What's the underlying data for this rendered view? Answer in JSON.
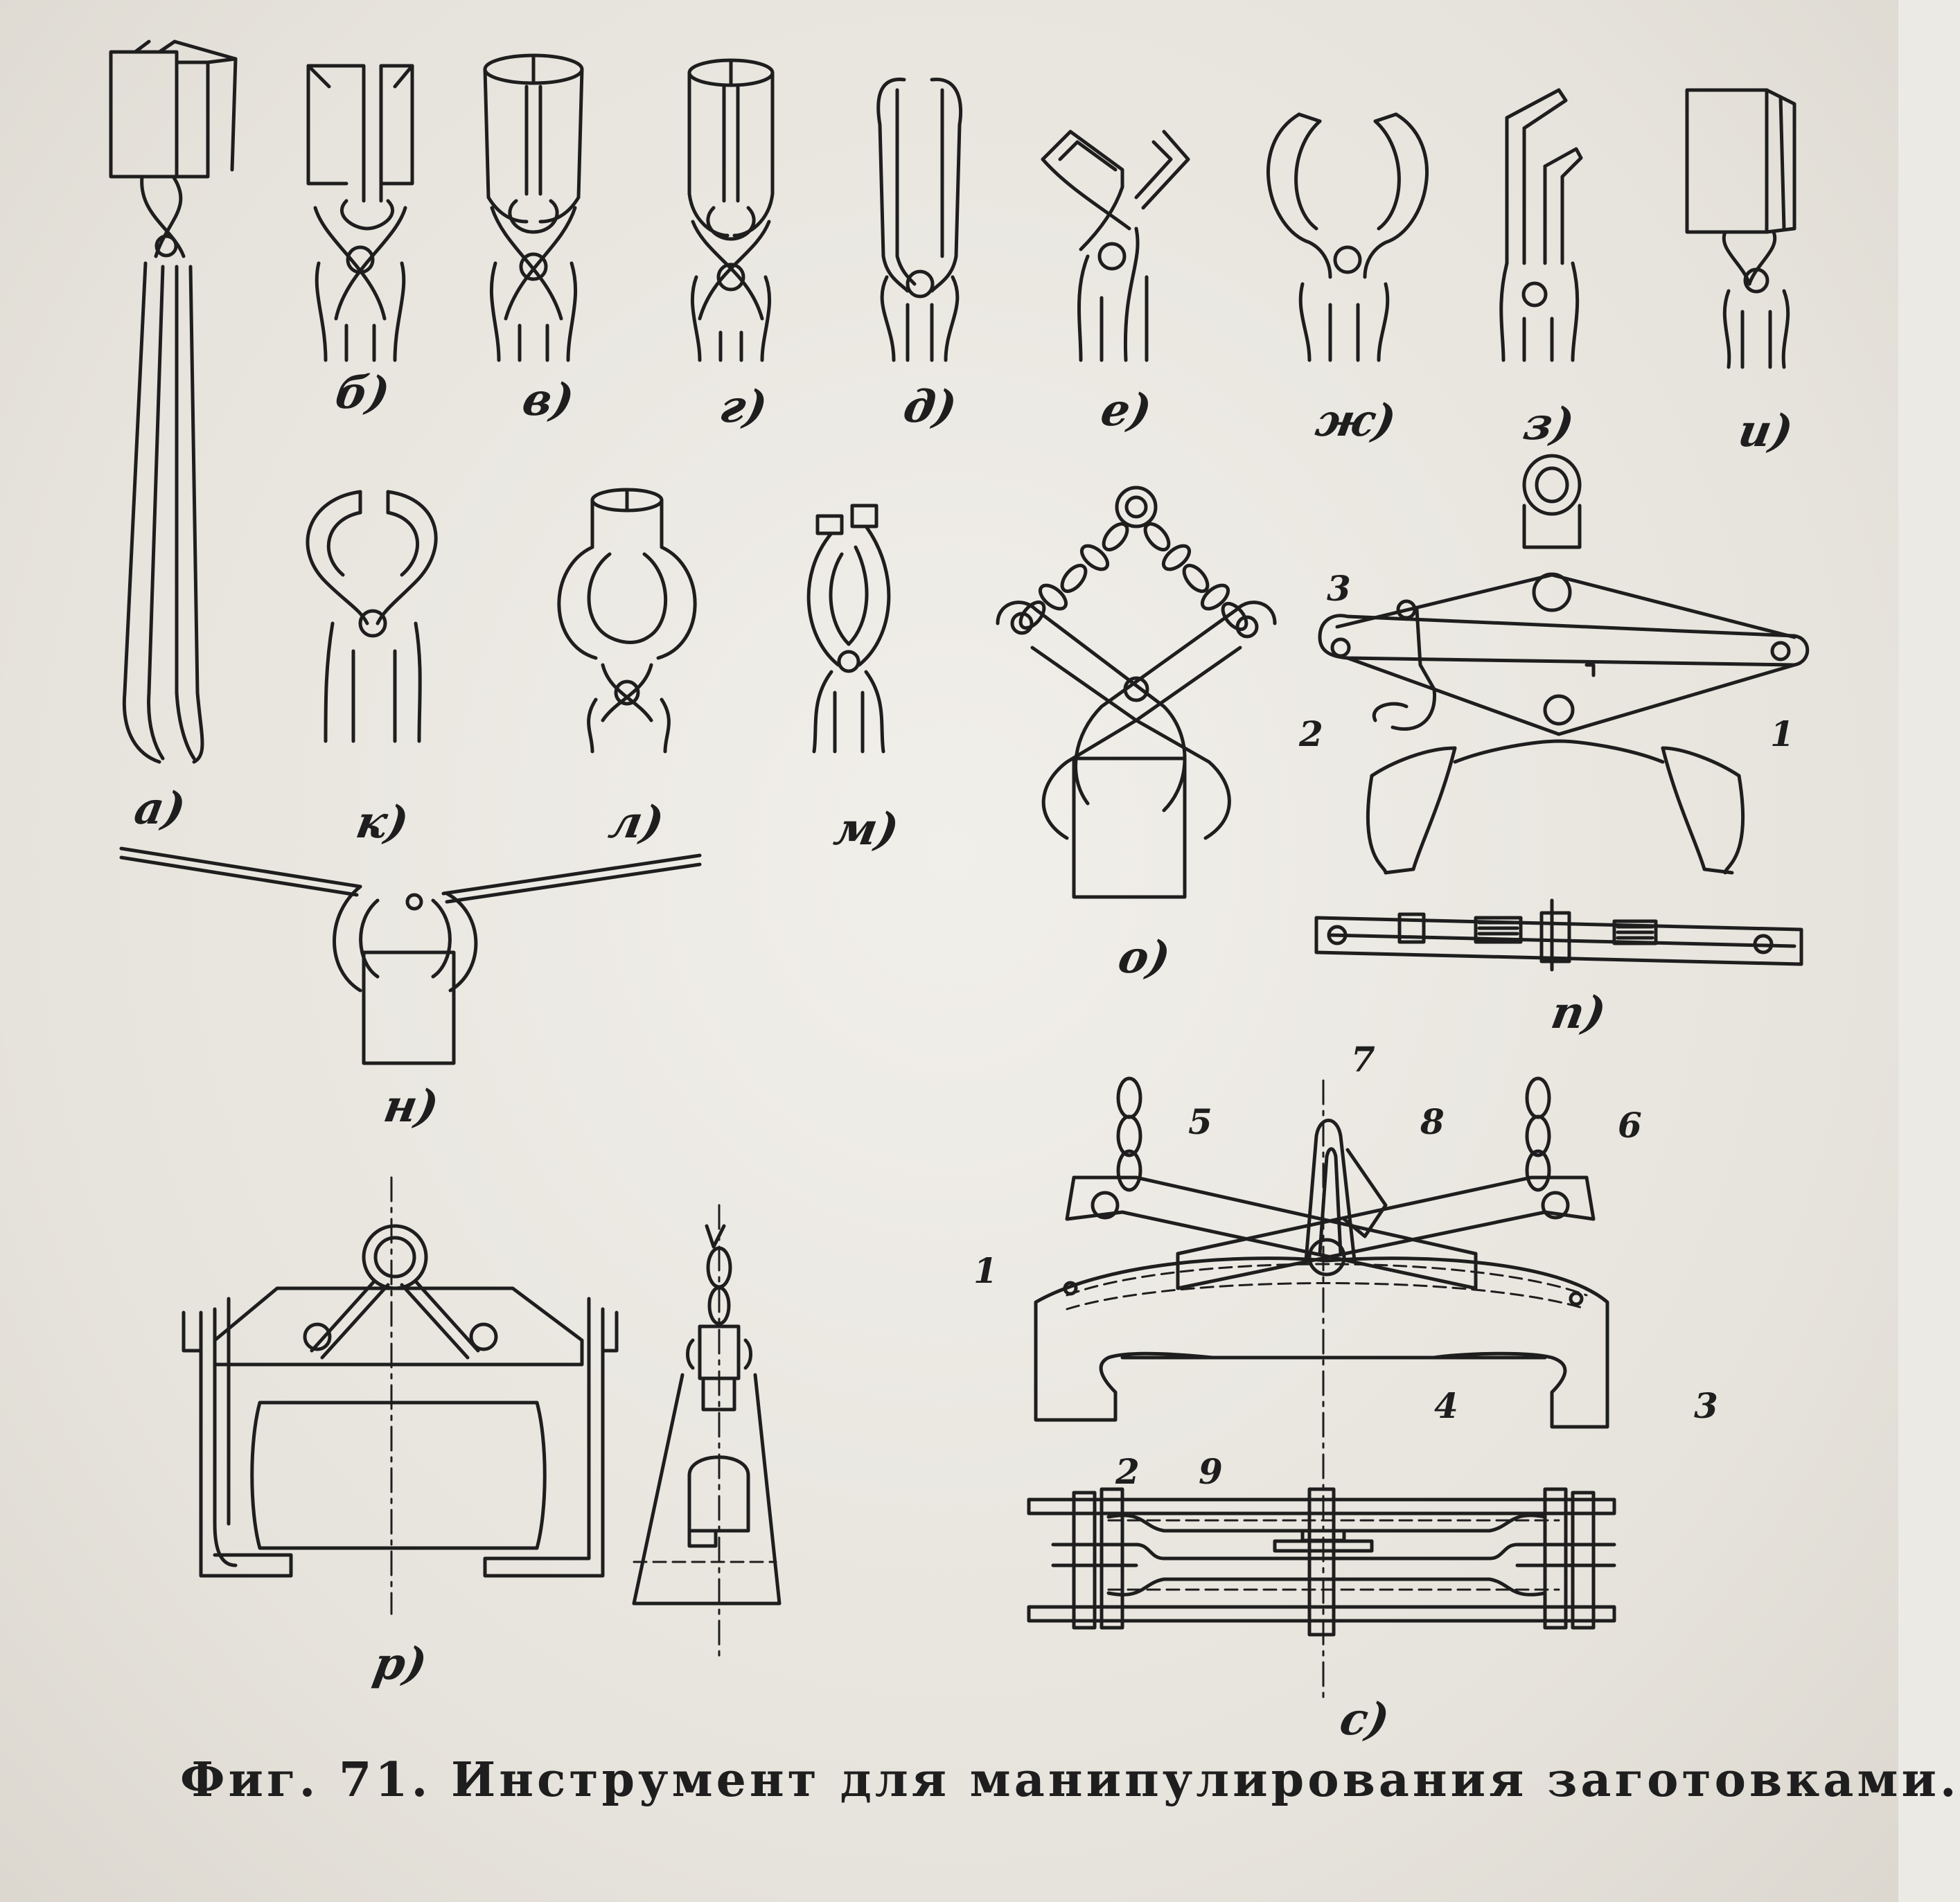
{
  "figure": {
    "caption": "Фиг. 71. Инструмент для манипулирования заготовками.",
    "labels": {
      "a": "а)",
      "b": "б)",
      "v": "в)",
      "g": "г)",
      "d": "д)",
      "e": "е)",
      "zh": "ж)",
      "z": "з)",
      "i": "и)",
      "k": "к)",
      "l": "л)",
      "m": "м)",
      "n": "н)",
      "o": "о)",
      "p": "п)",
      "r": "р)",
      "s": "с)"
    },
    "part_numbers": {
      "p": [
        "1",
        "2",
        "3"
      ],
      "s": [
        "1",
        "2",
        "3",
        "4",
        "5",
        "6",
        "7",
        "8",
        "9"
      ]
    }
  }
}
